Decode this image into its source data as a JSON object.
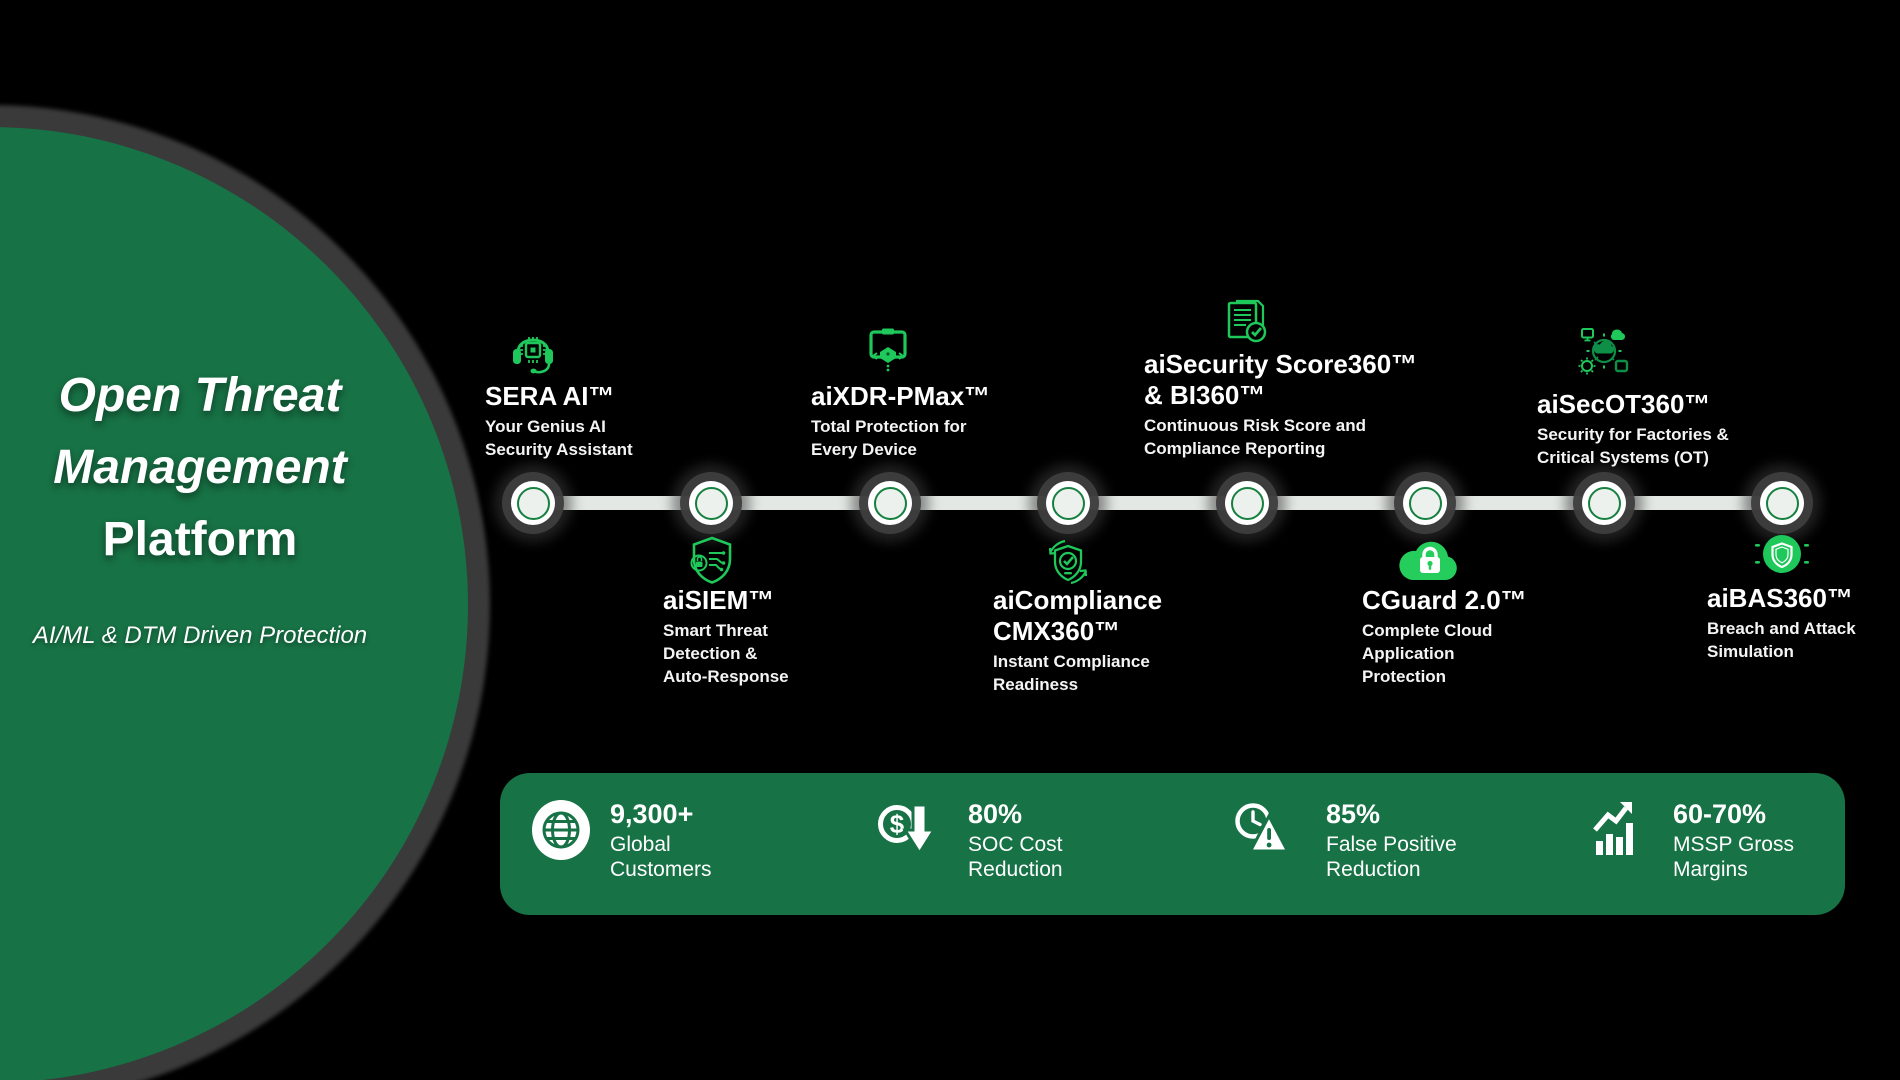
{
  "brand": {
    "title_lines": [
      "Open Threat",
      "Management",
      "Platform"
    ],
    "subtitle": "AI/ML & DTM Driven Protection"
  },
  "timeline": {
    "products": [
      {
        "id": "sera-ai",
        "side": "top",
        "icon": "headset-chip-icon",
        "title_lines": [
          "SERA AI™"
        ],
        "desc_lines": [
          "Your Genius AI",
          "Security Assistant"
        ]
      },
      {
        "id": "aisiem",
        "side": "bottom",
        "icon": "shield-circuit-icon",
        "title_lines": [
          "aiSIEM™"
        ],
        "desc_lines": [
          "Smart Threat",
          "Detection &",
          "Auto-Response"
        ]
      },
      {
        "id": "aixdr-pmax",
        "side": "top",
        "icon": "device-lock-icon",
        "title_lines": [
          "aiXDR-PMax™"
        ],
        "desc_lines": [
          "Total Protection for",
          "Every Device"
        ]
      },
      {
        "id": "aicompliance-cmx360",
        "side": "bottom",
        "icon": "shield-check-cycle-icon",
        "title_lines": [
          "aiCompliance",
          "CMX360™"
        ],
        "desc_lines": [
          "Instant Compliance",
          "Readiness"
        ]
      },
      {
        "id": "aisecurity-score360-bi360",
        "side": "top",
        "icon": "report-check-icon",
        "title_lines": [
          "aiSecurity Score360™",
          "& BI360™"
        ],
        "desc_lines": [
          "Continuous Risk Score and",
          "Compliance Reporting"
        ]
      },
      {
        "id": "cguard-2-0",
        "side": "bottom",
        "icon": "cloud-lock-icon",
        "title_lines": [
          "CGuard 2.0™"
        ],
        "desc_lines": [
          "Complete Cloud",
          "Application",
          "Protection"
        ]
      },
      {
        "id": "aisecot360",
        "side": "top",
        "icon": "ot-network-icon",
        "title_lines": [
          "aiSecOT360™"
        ],
        "desc_lines": [
          "Security for Factories &",
          "Critical Systems (OT)"
        ]
      },
      {
        "id": "aibas360",
        "side": "bottom",
        "icon": "shield-badge-icon",
        "title_lines": [
          "aiBAS360™"
        ],
        "desc_lines": [
          "Breach and Attack",
          "Simulation"
        ]
      }
    ]
  },
  "stats": [
    {
      "icon": "globe-icon",
      "value": "9,300+",
      "label_lines": [
        "Global",
        "Customers"
      ]
    },
    {
      "icon": "dollar-decrease-icon",
      "value": "80%",
      "label_lines": [
        "SOC Cost",
        "Reduction"
      ]
    },
    {
      "icon": "clock-alert-icon",
      "value": "85%",
      "label_lines": [
        "False Positive",
        "Reduction"
      ]
    },
    {
      "icon": "bar-chart-growth-icon",
      "value": "60-70%",
      "label_lines": [
        "MSSP Gross",
        "Margins"
      ]
    }
  ],
  "colors": {
    "background": "#000000",
    "brand_green": "#177245",
    "accent_green": "#1ec85a",
    "accent_green_dark": "#0e8f47",
    "timeline_gray": "#e3e8e4"
  }
}
